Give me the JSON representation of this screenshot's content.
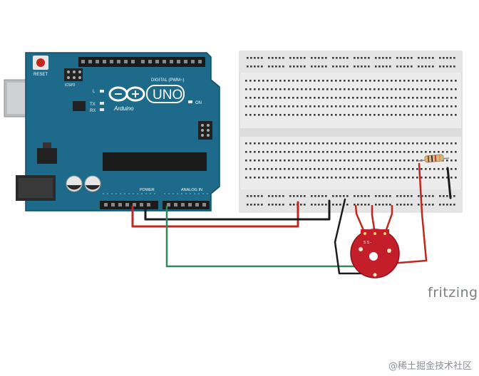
{
  "board": {
    "reset_label": "RESET",
    "icsp_label": "ICSP2",
    "digital_label": "DIGITAL (PWM~)",
    "logo_text": "UNO",
    "brand_text": "Arduino",
    "tx_label": "TX",
    "rx_label": "RX",
    "l_label": "L",
    "on_label": "ON",
    "power_label": "POWER",
    "analog_label": "ANALOG IN"
  },
  "sensor": {
    "pin_label": "S S -"
  },
  "branding": {
    "fritzing": "fritzing",
    "watermark": "@稀土掘金技术社区"
  },
  "colors": {
    "board": "#1d6a8a",
    "wire_red": "#c0271e",
    "wire_black": "#1b1b1b",
    "wire_green": "#2f8a5a",
    "module": "#c41e2a",
    "breadboard": "#ececec"
  }
}
